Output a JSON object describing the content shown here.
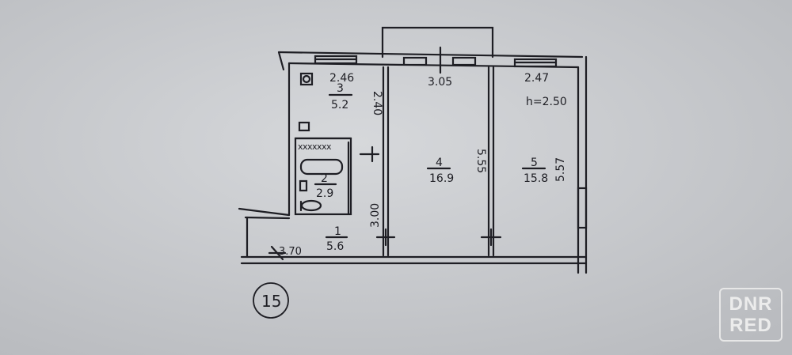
{
  "plan": {
    "number": "15",
    "ceiling_height": "h=2.50",
    "dimensions": {
      "kitchen_width": "2.46",
      "kitchen_depth": "2.40",
      "room4_width": "3.05",
      "room4_depth": "5.55",
      "room5_width": "2.47",
      "room5_depth": "5.57",
      "hall_depth": "3.00",
      "hall_length": "3.70"
    },
    "rooms": [
      {
        "num": "3",
        "area": "5.2"
      },
      {
        "num": "2",
        "area": "2.9"
      },
      {
        "num": "1",
        "area": "5.6"
      },
      {
        "num": "4",
        "area": "16.9"
      },
      {
        "num": "5",
        "area": "15.8"
      }
    ],
    "colors": {
      "paper": "#c9cbce",
      "ink": "#1e1e24",
      "watermark": "#ececec"
    }
  },
  "watermark": {
    "line1": "DNR",
    "line2": "RED"
  }
}
